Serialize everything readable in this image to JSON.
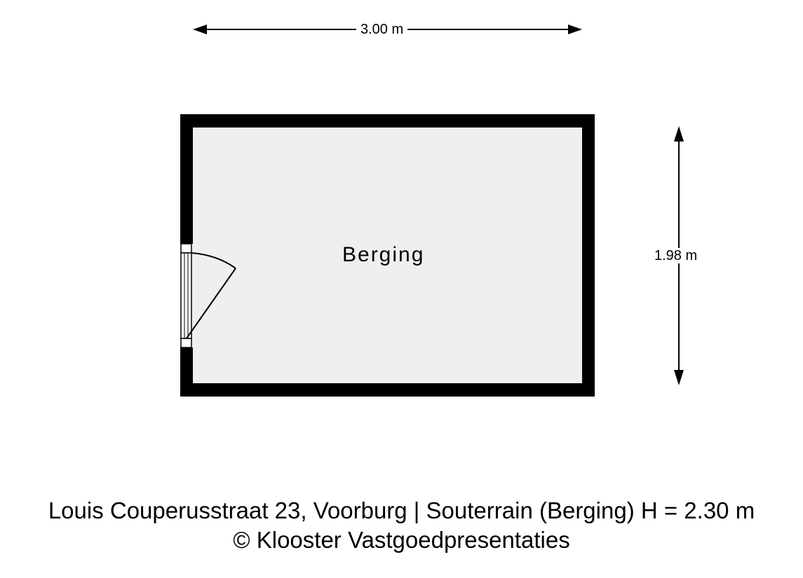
{
  "plan": {
    "room": {
      "name": "Berging",
      "fill": "#efefef",
      "wall_color": "#000000"
    },
    "dimensions": {
      "width": "3.00 m",
      "depth": "1.98 m"
    },
    "door": {
      "wall": "left",
      "type": "swing-door"
    }
  },
  "caption": {
    "line1": "Louis Couperusstraat 23, Voorburg | Souterrain (Berging) H = 2.30 m",
    "line2": "© Klooster Vastgoedpresentaties"
  }
}
